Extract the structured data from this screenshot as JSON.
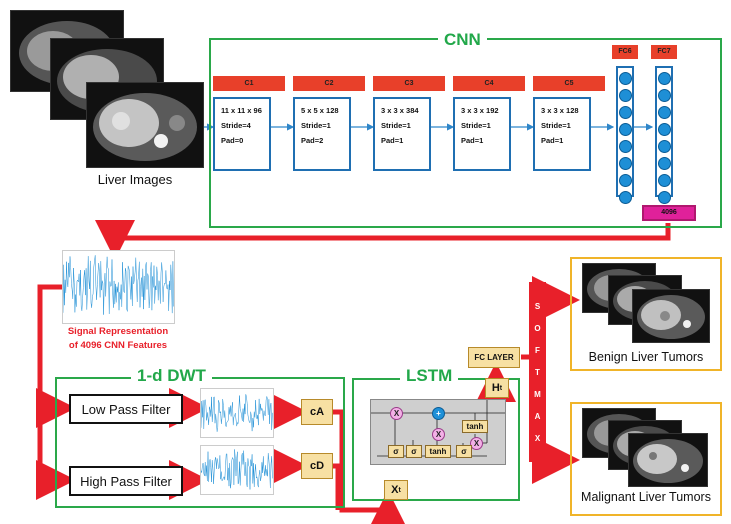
{
  "cnn": {
    "title": "CNN",
    "layers": [
      {
        "name": "C1",
        "kernel": "11 x 11 x 96",
        "stride": "Stride=4",
        "pad": "Pad=0"
      },
      {
        "name": "C2",
        "kernel": "5 x 5 x 128",
        "stride": "Stride=1",
        "pad": "Pad=2"
      },
      {
        "name": "C3",
        "kernel": "3 x 3 x 384",
        "stride": "Stride=1",
        "pad": "Pad=1"
      },
      {
        "name": "C4",
        "kernel": "3 x 3 x 192",
        "stride": "Stride=1",
        "pad": "Pad=1"
      },
      {
        "name": "C5",
        "kernel": "3 x 3 x 128",
        "stride": "Stride=1",
        "pad": "Pad=1"
      }
    ],
    "fc6": "FC6",
    "fc7": "FC7",
    "features_count": "4096"
  },
  "input": {
    "label": "Liver Images"
  },
  "signal": {
    "caption_line1": "Signal Representation",
    "caption_line2": "of 4096 CNN Features"
  },
  "dwt": {
    "title": "1-d DWT",
    "low_pass": "Low Pass Filter",
    "high_pass": "High Pass Filter",
    "ca": "cA",
    "cd": "cD"
  },
  "lstm": {
    "title": "LSTM",
    "fc_layer": "FC LAYER",
    "ht_main": "H",
    "ht_sub": "t",
    "xt_main": "X",
    "xt_sub": "t",
    "sigma": "σ",
    "tanh": "tanh",
    "times": "X",
    "plus": "+"
  },
  "softmax": {
    "letters": [
      "S",
      "O",
      "F",
      "T",
      "M",
      "A",
      "X"
    ]
  },
  "outputs": {
    "benign": "Benign Liver Tumors",
    "malignant": "Malignant Liver Tumors"
  },
  "colors": {
    "green": "#2aa84a",
    "blue": "#1f6fb2",
    "red": "#e8202a",
    "gold": "#f0b429",
    "magenta": "#e0219a"
  }
}
